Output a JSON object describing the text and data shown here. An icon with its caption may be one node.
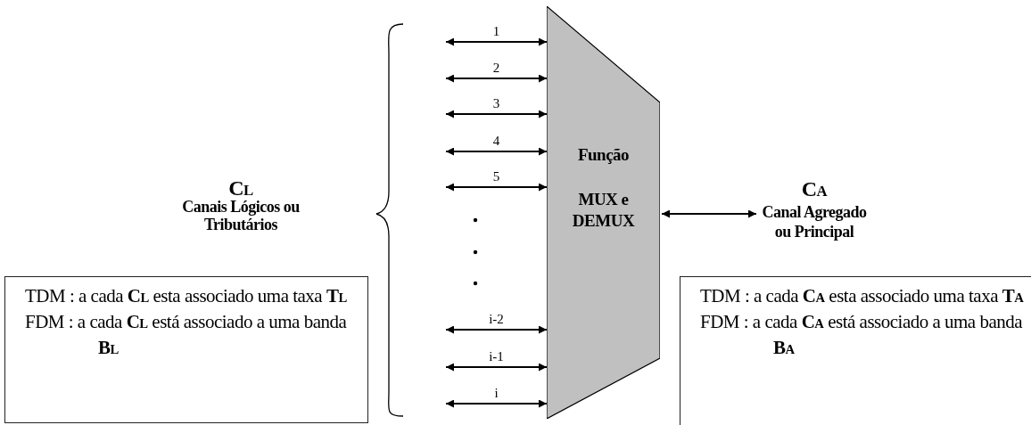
{
  "diagram": {
    "nodes": [
      {
        "text": [
          "Função",
          "MUX e DEMUX"
        ]
      },
      {
        "text": [
          "C$_{A}$",
          "Canal Agregado ou Principal"
        ]
      },
      {
        "text": [
          "TDM : a cada **C**$_{L}$ esta associado uma taxa **T**$_{L}$",
          "FDM : a cada **C**$_{L}$ está associado a uma banda **B**$_{L}$"
        ]
      },
      {
        "text": [
          "TDM : a cada **C**$_{A}$ esta associado uma taxa **T**$_{A}$",
          "FDM : a cada **C**$_{A}$ está associado a uma banda **B**$_{A}$"
        ]
      }
    ],
    "edges": [
      {
        "from": null,
        "to": 0,
        "arrow": "both",
        "label": "1"
      },
      {
        "from": null,
        "to": 0,
        "arrow": "both",
        "label": "2"
      },
      {
        "from": null,
        "to": 0,
        "arrow": "both",
        "label": "3"
      },
      {
        "from": null,
        "to": 0,
        "arrow": "both",
        "label": "4"
      },
      {
        "from": null,
        "to": 0,
        "arrow": "both",
        "label": "5"
      },
      {
        "from": null,
        "to": 0,
        "arrow": "both",
        "label": "i-2"
      },
      {
        "from": null,
        "to": 0,
        "arrow": "both",
        "label": "i-1"
      },
      {
        "from": null,
        "to": 0,
        "arrow": "both",
        "label": "i"
      },
      {
        "from": 0,
        "to": 1,
        "arrow": "both"
      }
    ],
    "labels": [
      "C$_{L}$",
      "Canais Lógicos ou Tributários"
    ]
  }
}
